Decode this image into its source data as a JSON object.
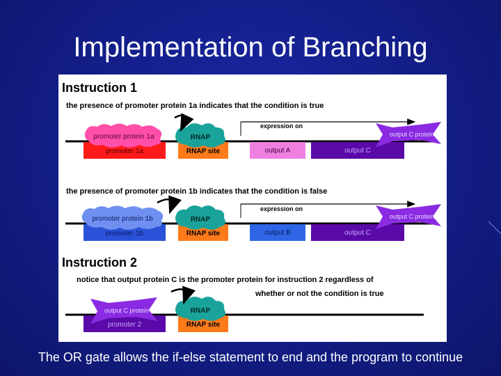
{
  "slide": {
    "title": "Implementation of Branching",
    "footer": "The OR gate allows the if-else statement to end and the program to continue"
  },
  "diagram": {
    "instruction1_heading": "Instruction 1",
    "case_true_caption": "the presence of promoter protein 1a indicates that the condition is true",
    "case_false_caption": "the presence of promoter protein 1b indicates that the condition is false",
    "instruction2_heading": "Instruction 2",
    "instruction2_note_line1": "notice that output protein C is the promoter protein for instruction 2 regardless of",
    "instruction2_note_line2": "whether or not the condition is true",
    "row1": {
      "protein": "promoter protein 1a",
      "promoter": "promoter 1a",
      "rnap": "RNAP",
      "rnap_site": "RNAP site",
      "expression": "expression on",
      "output_gene": "output A",
      "output_c_gene": "output C",
      "output_c_protein": "output C protein"
    },
    "row2": {
      "protein": "promoter protein 1b",
      "promoter": "promoter 1b",
      "rnap": "RNAP",
      "rnap_site": "RNAP site",
      "expression": "expression on",
      "output_gene": "output B",
      "output_c_gene": "output C",
      "output_c_protein": "output C protein"
    },
    "row3": {
      "protein": "output C protein",
      "promoter": "promoter 2",
      "rnap": "RNAP",
      "rnap_site": "RNAP site"
    }
  },
  "colors": {
    "background": "#141f8c",
    "promoter_1a": "#ff1a1a",
    "protein_1a": "#ff4fa8",
    "output_a": "#f080e0",
    "promoter_1b": "#2a52d8",
    "protein_1b": "#6f90f0",
    "output_b": "#2f66e6",
    "output_c": "#5a0aa8",
    "output_c_protein": "#8a2be2",
    "promoter_2": "#5a0aa8",
    "rnap": "#1aa39a",
    "rnap_site": "#ff7a1a"
  }
}
